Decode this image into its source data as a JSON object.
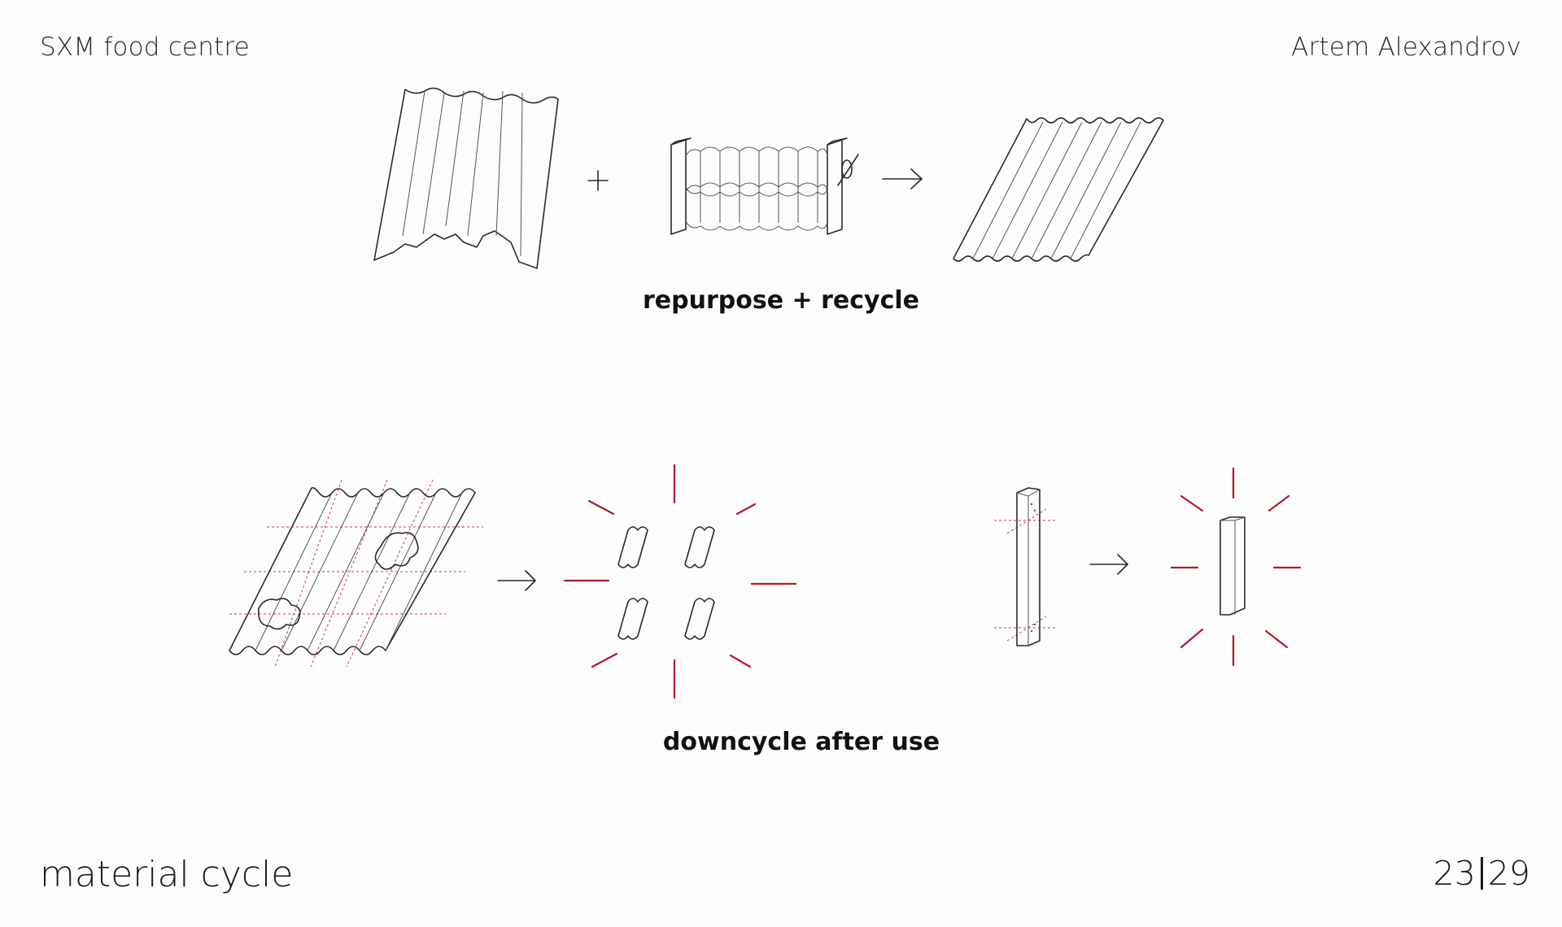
{
  "header": {
    "project": "SXM food centre",
    "author": "Artem Alexandrov"
  },
  "captions": {
    "top": "repurpose + recycle",
    "bottom": "downcycle after use"
  },
  "footer": {
    "title": "material cycle",
    "page_current": "23",
    "page_total": "29"
  },
  "colors": {
    "line": "#2a2a2a",
    "accent_red": "#b01a2e"
  },
  "icons": {
    "plus": "plus-icon",
    "arrow": "arrow-right-icon"
  }
}
